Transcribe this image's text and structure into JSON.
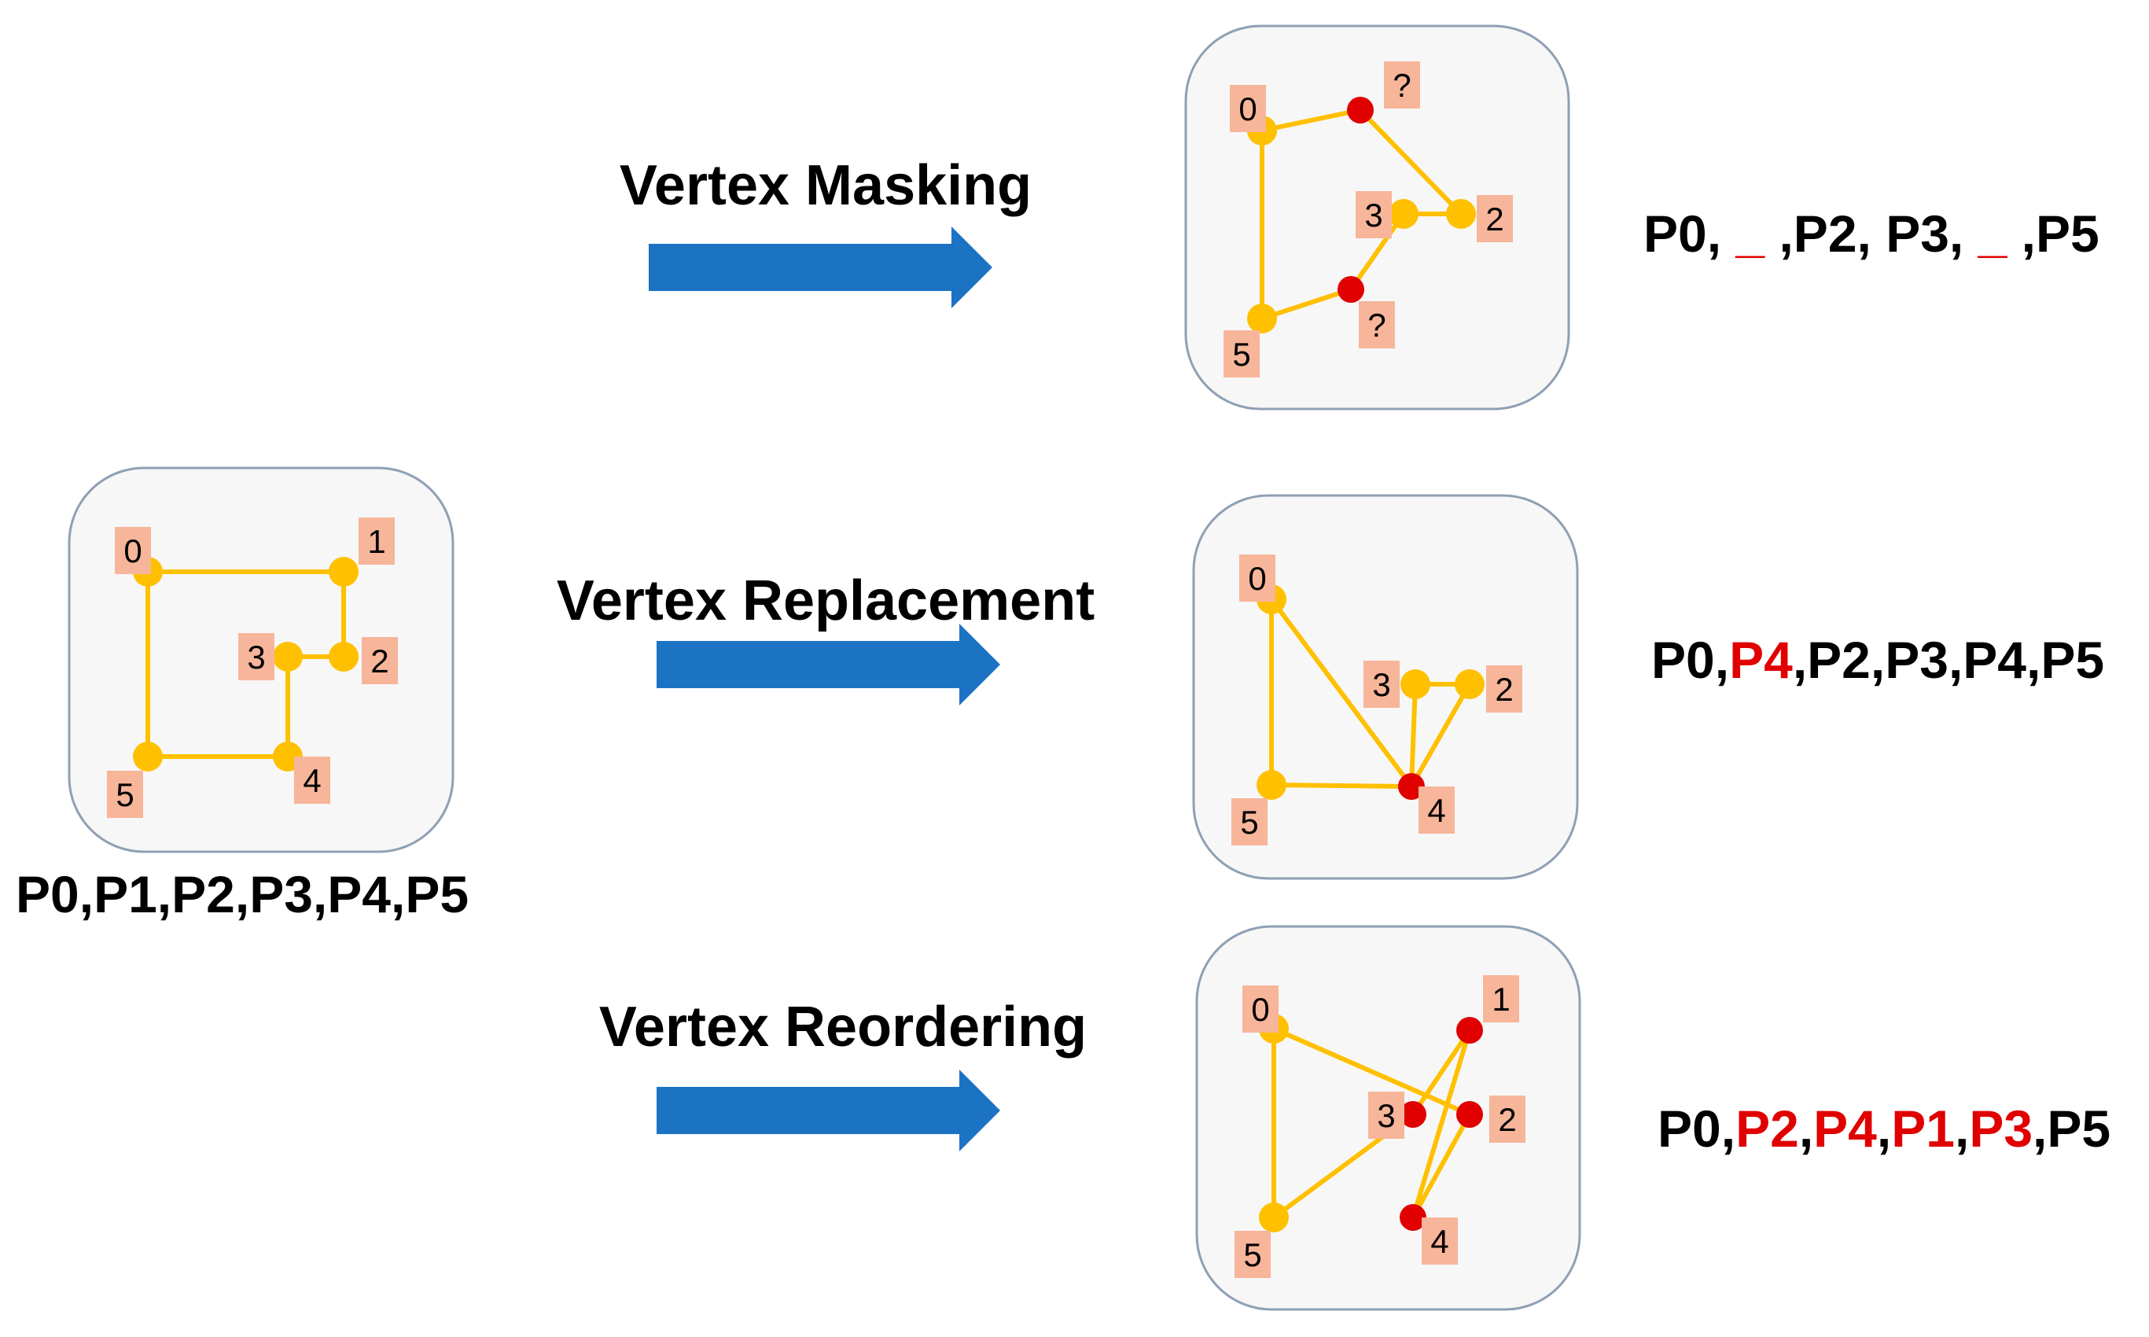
{
  "colors": {
    "arrow": "#1c73c4",
    "edge": "#ffc000",
    "vertex": "#ffc000",
    "altered_vertex": "#e00000",
    "tag": "#f7b59a",
    "panel": "#f7f7f7",
    "highlight_text": "#e00000"
  },
  "original": {
    "sequence": "P0,P1,P2,P3,P4,P5",
    "vertices": [
      {
        "label": "0",
        "state": "normal"
      },
      {
        "label": "1",
        "state": "normal"
      },
      {
        "label": "2",
        "state": "normal"
      },
      {
        "label": "3",
        "state": "normal"
      },
      {
        "label": "4",
        "state": "normal"
      },
      {
        "label": "5",
        "state": "normal"
      }
    ]
  },
  "operations": [
    {
      "name": "Vertex Masking",
      "sequence": [
        {
          "text": "P0, ",
          "highlight": false
        },
        {
          "text": "_",
          "highlight": true
        },
        {
          "text": " ,P2, P3, ",
          "highlight": false
        },
        {
          "text": "_",
          "highlight": true
        },
        {
          "text": " ,P5",
          "highlight": false
        }
      ],
      "vertices": [
        {
          "label": "0",
          "state": "normal"
        },
        {
          "label": "?",
          "state": "masked"
        },
        {
          "label": "2",
          "state": "normal"
        },
        {
          "label": "3",
          "state": "normal"
        },
        {
          "label": "?",
          "state": "masked"
        },
        {
          "label": "5",
          "state": "normal"
        }
      ]
    },
    {
      "name": "Vertex Replacement",
      "sequence": [
        {
          "text": "P0,",
          "highlight": false
        },
        {
          "text": "P4",
          "highlight": true
        },
        {
          "text": ",P2,P3,P4,P5",
          "highlight": false
        }
      ],
      "vertices": [
        {
          "label": "0",
          "state": "normal"
        },
        {
          "label": "2",
          "state": "normal"
        },
        {
          "label": "3",
          "state": "normal"
        },
        {
          "label": "4",
          "state": "replaced"
        },
        {
          "label": "5",
          "state": "normal"
        }
      ]
    },
    {
      "name": "Vertex Reordering",
      "sequence": [
        {
          "text": "P0,",
          "highlight": false
        },
        {
          "text": "P2",
          "highlight": true
        },
        {
          "text": ",",
          "highlight": false
        },
        {
          "text": "P4",
          "highlight": true
        },
        {
          "text": ",",
          "highlight": false
        },
        {
          "text": "P1",
          "highlight": true
        },
        {
          "text": ",",
          "highlight": false
        },
        {
          "text": "P3",
          "highlight": true
        },
        {
          "text": ",P5",
          "highlight": false
        }
      ],
      "vertices": [
        {
          "label": "0",
          "state": "normal"
        },
        {
          "label": "1",
          "state": "reordered"
        },
        {
          "label": "2",
          "state": "reordered"
        },
        {
          "label": "3",
          "state": "reordered"
        },
        {
          "label": "4",
          "state": "reordered"
        },
        {
          "label": "5",
          "state": "normal"
        }
      ]
    }
  ]
}
